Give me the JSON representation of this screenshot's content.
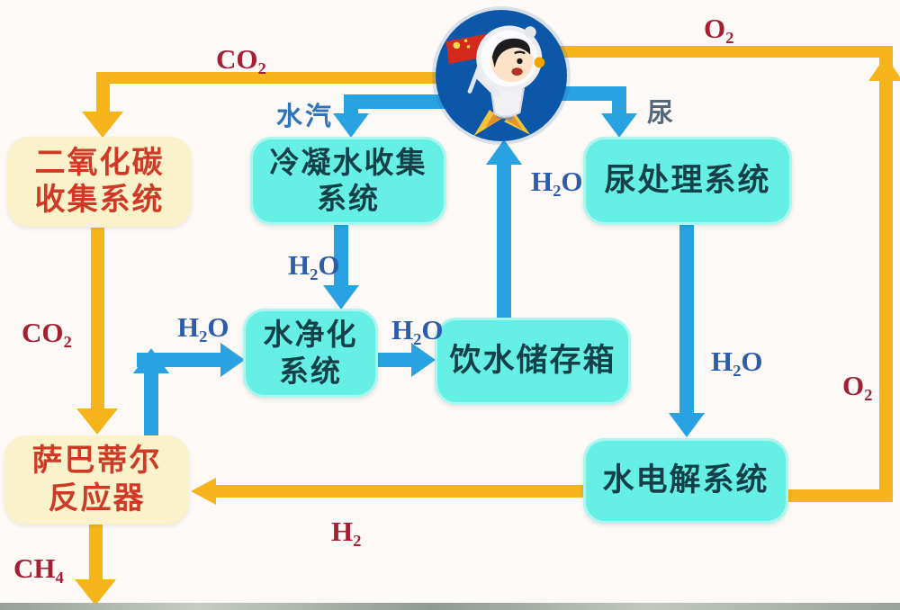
{
  "boxes": {
    "co2_collection": {
      "line1": "二氧化碳",
      "line2": "收集系统"
    },
    "condensate": {
      "line1": "冷凝水收集",
      "line2": "系统"
    },
    "urine": {
      "line1": "尿处理系统"
    },
    "purification": {
      "line1": "水净化",
      "line2": "系统"
    },
    "drinking": {
      "line1": "饮水储存箱"
    },
    "electrolysis": {
      "line1": "水电解系统"
    },
    "sabatier": {
      "line1": "萨巴蒂尔",
      "line2": "反应器"
    }
  },
  "flow_labels": {
    "co2_top": "CO₂",
    "co2_left": "CO₂",
    "o2_top": "O₂",
    "o2_right": "O₂",
    "h2": "H₂",
    "ch4": "CH₄",
    "water_vapor": "水汽",
    "urine": "尿",
    "h2o_center": "H₂O",
    "h2o_condensate": "H₂O",
    "h2o_left": "H₂O",
    "h2o_mid": "H₂O",
    "h2o_right": "H₂O"
  },
  "icons": {
    "mascot": "astronaut-mascot"
  },
  "colors": {
    "background": "#fcf9f6",
    "gas_arrow": "#f4b41a",
    "water_arrow": "#29a2e2",
    "cyan_box": "#66efe4",
    "cream_box": "#faf2cb",
    "gas_label": "#a32033",
    "water_label": "#2d5ca8",
    "vapor_label": "#2f74b8",
    "urine_label": "#56677d",
    "cream_box_text": "#cf3a27",
    "cyan_box_text": "#14404a",
    "mascot_circle": "#0d57a8"
  }
}
